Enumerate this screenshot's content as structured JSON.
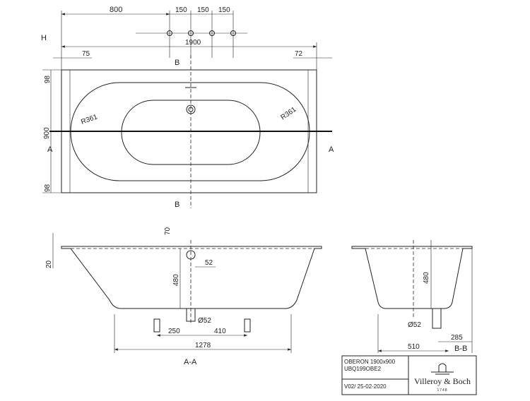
{
  "dims": {
    "d800": "800",
    "d150a": "150",
    "d150b": "150",
    "d150c": "150",
    "d1900": "1900",
    "d75": "75",
    "d72": "72",
    "d98a": "98",
    "d98b": "98",
    "d900": "900",
    "r361a": "R361",
    "r361b": "R361",
    "d70": "70",
    "d20": "20",
    "d52": "52",
    "d480": "480",
    "phi52": "Ø52",
    "d250": "250",
    "d410": "410",
    "d1278": "1278",
    "d480b": "480",
    "phi52b": "Ø52",
    "d285": "285",
    "d510": "510"
  },
  "labels": {
    "h": "H",
    "a_left": "A",
    "a_right": "A",
    "b_top": "B",
    "b_bottom": "B",
    "section_aa": "A-A",
    "section_bb": "B-B"
  },
  "title_block": {
    "model": "OBERON 1900x900",
    "code": "UBQ199OBE2",
    "version": "V02/ 25-02-2020",
    "brand": "Villeroy & Boch",
    "year": "1748"
  }
}
